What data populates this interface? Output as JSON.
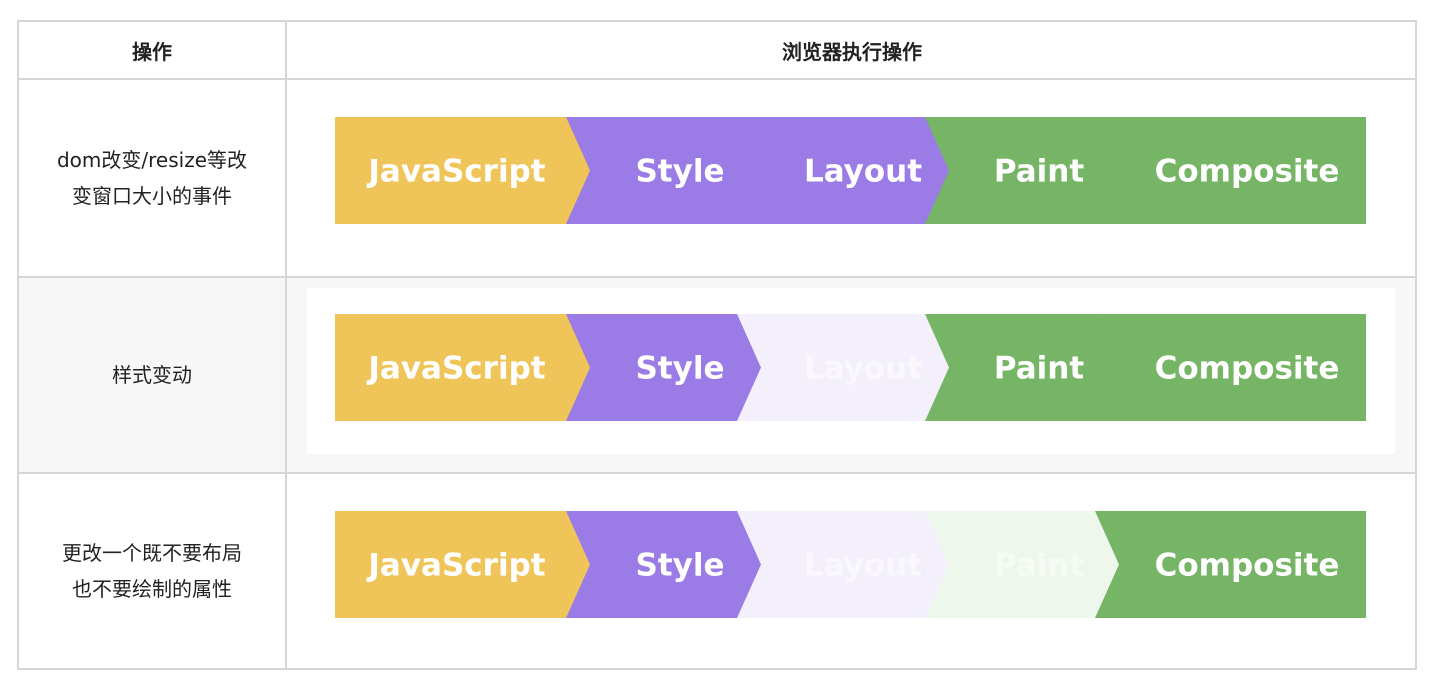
{
  "header": {
    "col_operation": "操作",
    "col_browser": "浏览器执行操作"
  },
  "colors": {
    "JavaScript": "#efc55a",
    "Style": "#9b7be6",
    "Layout": "#9b7be6",
    "Paint": "#76b466",
    "Composite": "#76b466",
    "faded_purple": "#f3f0fb",
    "faded_green": "#eef7ec"
  },
  "rows": [
    {
      "operation": [
        "dom改变/resize等改",
        "变窗口大小的事件"
      ],
      "steps": [
        {
          "label": "JavaScript",
          "active": true
        },
        {
          "label": "Style",
          "active": true
        },
        {
          "label": "Layout",
          "active": true
        },
        {
          "label": "Paint",
          "active": true
        },
        {
          "label": "Composite",
          "active": true
        }
      ]
    },
    {
      "operation": [
        "样式变动"
      ],
      "steps": [
        {
          "label": "JavaScript",
          "active": true
        },
        {
          "label": "Style",
          "active": true
        },
        {
          "label": "Layout",
          "active": false
        },
        {
          "label": "Paint",
          "active": true
        },
        {
          "label": "Composite",
          "active": true
        }
      ]
    },
    {
      "operation": [
        "更改一个既不要布局",
        "也不要绘制的属性"
      ],
      "steps": [
        {
          "label": "JavaScript",
          "active": true
        },
        {
          "label": "Style",
          "active": true
        },
        {
          "label": "Layout",
          "active": false
        },
        {
          "label": "Paint",
          "active": false
        },
        {
          "label": "Composite",
          "active": true
        }
      ]
    }
  ]
}
